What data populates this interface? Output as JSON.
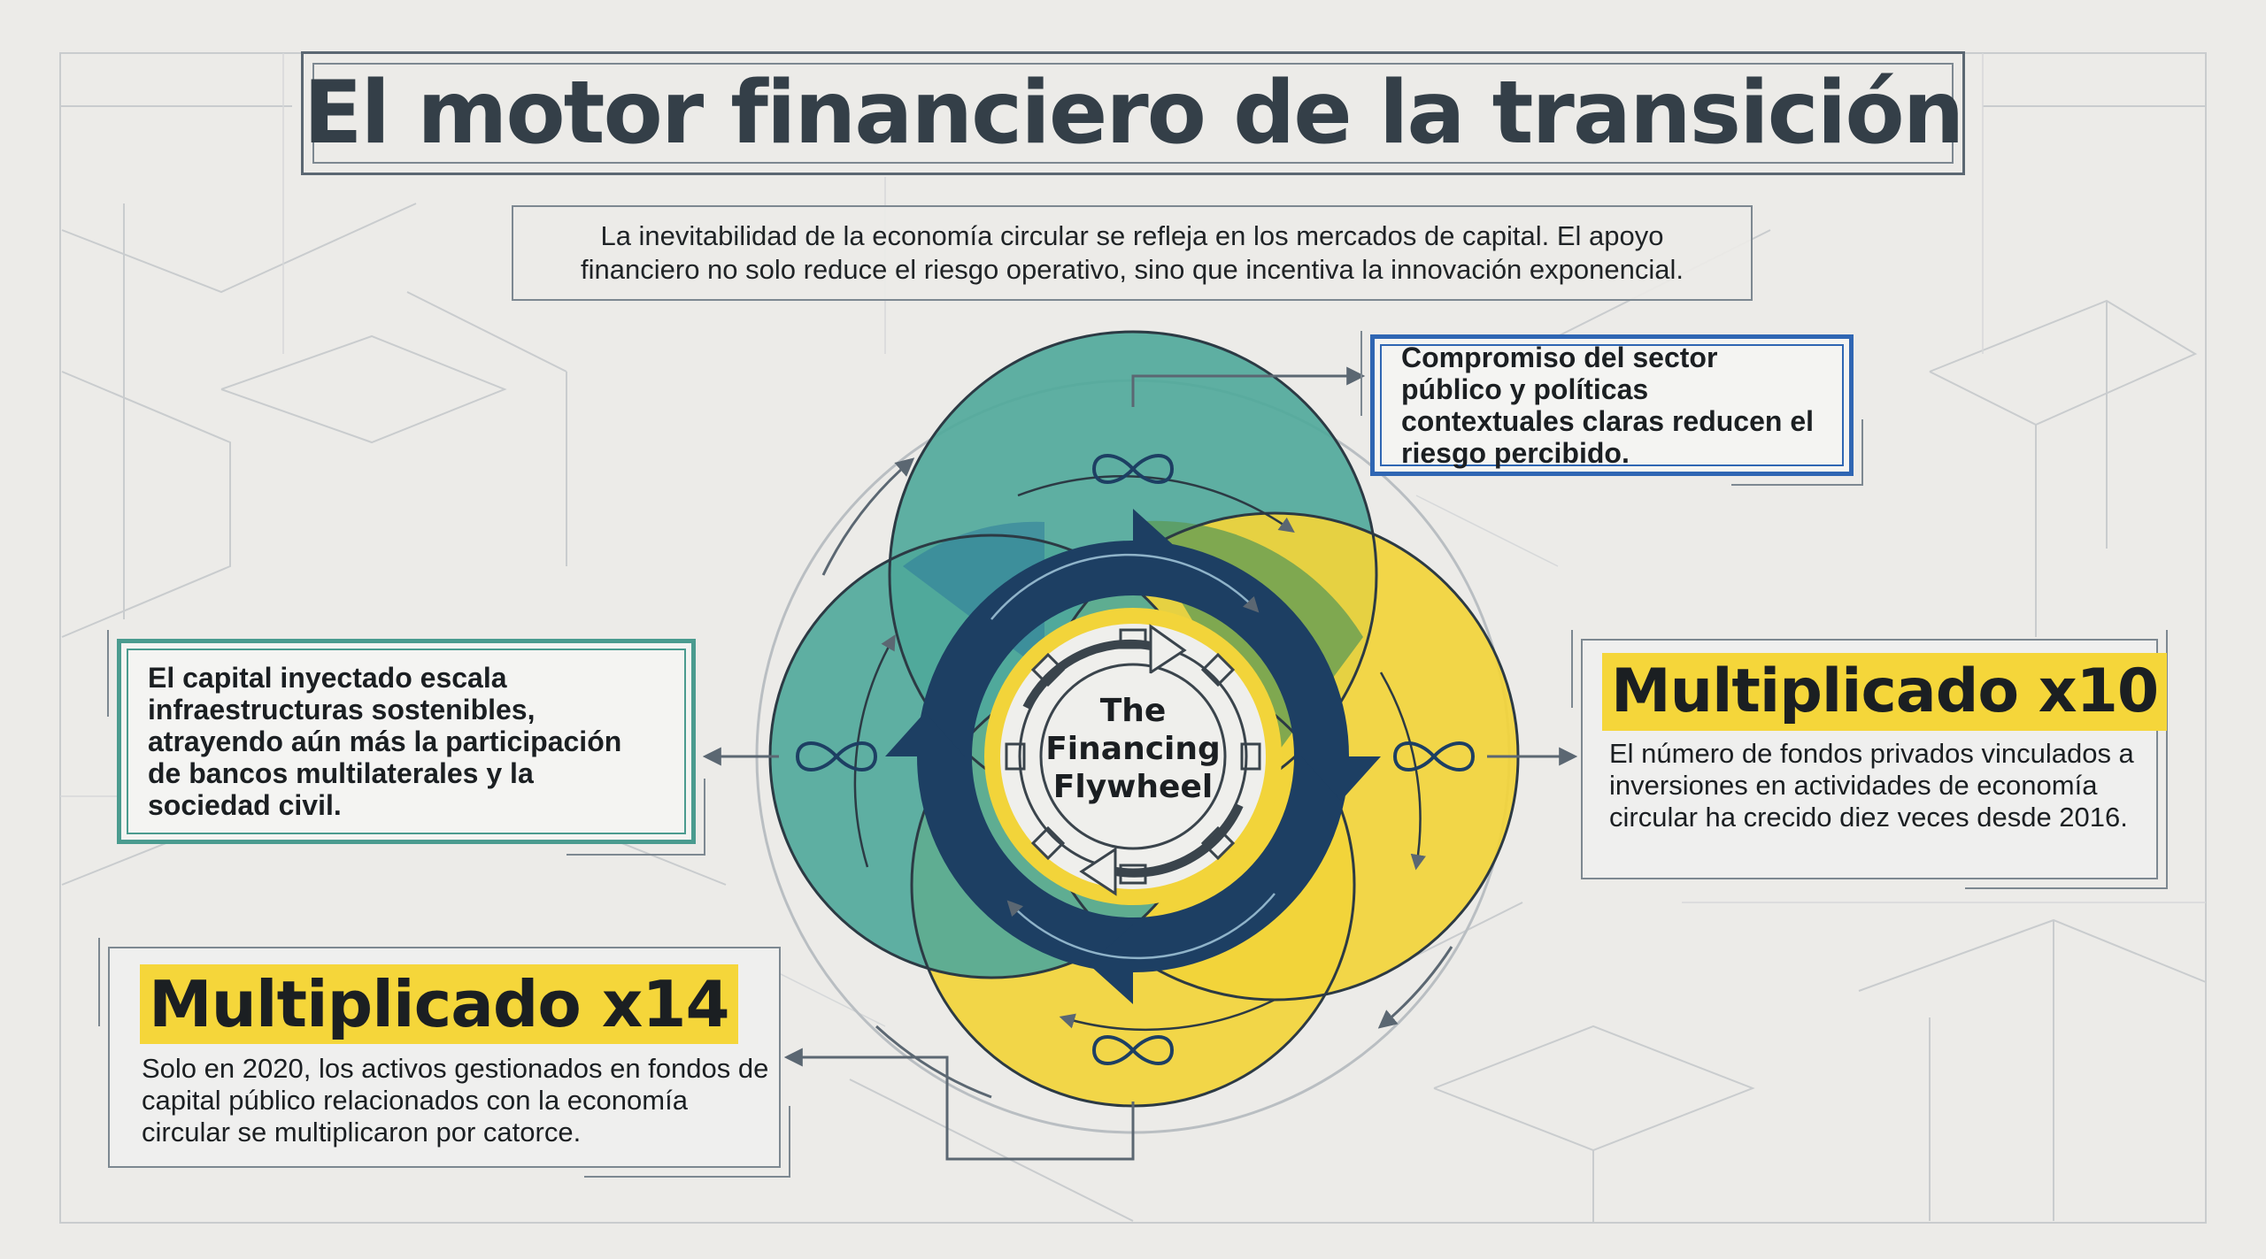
{
  "title": "El motor financiero de la transición",
  "subtitle": "La inevitabilidad de la economía circular se refleja en los mercados de capital. El apoyo financiero no solo reduce el riesgo operativo, sino que incentiva la innovación exponencial.",
  "hub_label": "The Financing Flywheel",
  "callouts": {
    "public_sector": "Compromiso del sector público y políticas contextuales claras reducen el riesgo percibido.",
    "capital": "El capital inyectado escala infraestructuras sostenibles, atrayendo aún más la participación de bancos multilaterales y la sociedad civil."
  },
  "stats": {
    "private_funds": {
      "headline": "Multiplicado x10",
      "text": "El número de fondos privados vinculados a inversiones en actividades de economía circular ha crecido diez veces desde 2016."
    },
    "public_funds": {
      "headline": "Multiplicado x14",
      "text": "Solo en 2020, los activos gestionados en fondos de capital público relacionados con la economía circular se multiplicaron por catorce."
    }
  },
  "colors": {
    "teal": "#4fa99a",
    "green": "#5c9a55",
    "yellow": "#f2d43a",
    "navy": "#1d3f63",
    "blue_box": "#2f66b3",
    "teal_box": "#4a9b8f",
    "title_text": "#343f48"
  },
  "icons": [
    "infinity-icon",
    "gear-icon",
    "arrow-icon"
  ]
}
